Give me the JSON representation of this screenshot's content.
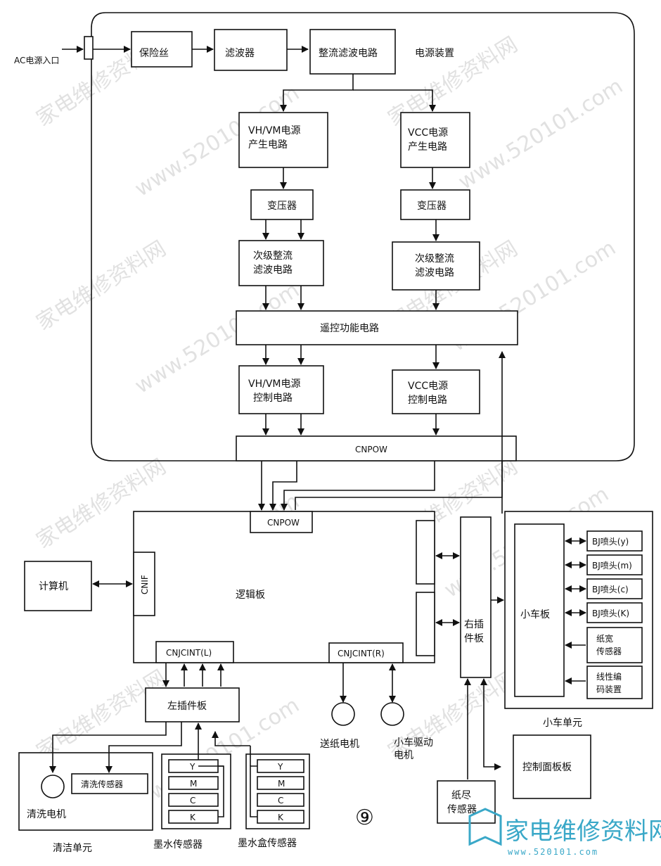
{
  "labels": {
    "ac_inlet": "AC电源入口",
    "fuse": "保险丝",
    "filter": "滤波器",
    "rectifier": "整流滤波电路",
    "power_unit": "电源装置",
    "vhvm_gen_1": "VH/VM电源",
    "vhvm_gen_2": "产生电路",
    "vcc_gen_1": "VCC电源",
    "vcc_gen_2": "产生电路",
    "transformer_left": "变压器",
    "transformer_right": "变压器",
    "sec_rect_left_1": "次级整流",
    "sec_rect_left_2": "滤波电路",
    "sec_rect_right_1": "次级整流",
    "sec_rect_right_2": "滤波电路",
    "remote_ctrl": "遥控功能电路",
    "vhvm_ctrl_1": "VH/VM电源",
    "vhvm_ctrl_2": "控制电路",
    "vcc_ctrl_1": "VCC电源",
    "vcc_ctrl_2": "控制电路",
    "cnpow_top": "CNPOW",
    "cnpow_logic": "CNPOW",
    "computer": "计算机",
    "cnif": "CNIF",
    "logic_board": "逻辑板",
    "cnjcint_l": "CNJCINT(L)",
    "cnjcint_r": "CNJCINT(R)",
    "left_plug_board": "左插件板",
    "feed_motor": "送纸电机",
    "carriage_motor_1": "小车驱动",
    "carriage_motor_2": "电机",
    "right_plug_board_1": "右插",
    "right_plug_board_2": "件板",
    "carriage_board": "小车板",
    "bj_y": "BJ喷头(y)",
    "bj_m": "BJ喷头(m)",
    "bj_c": "BJ喷头(c)",
    "bj_k": "BJ喷头(K)",
    "paper_width_1": "纸宽",
    "paper_width_2": "传感器",
    "linear_enc_1": "线性编",
    "linear_enc_2": "码装置",
    "carriage_unit": "小车单元",
    "control_panel": "控制面板板",
    "paper_end_1": "纸尽",
    "paper_end_2": "传感器",
    "clean_motor": "清洗电机",
    "clean_sensor": "清洗传感器",
    "clean_unit": "清洁单元",
    "ink_y": "Y",
    "ink_m": "M",
    "ink_c": "C",
    "ink_k": "K",
    "cart_y": "Y",
    "cart_m": "M",
    "cart_c": "C",
    "cart_k": "K",
    "ink_sensor": "墨水传感器",
    "cart_sensor": "墨水盒传感器",
    "figure_no": "⑨"
  },
  "watermark": {
    "site_cn": "家电维修资料网",
    "site_url": "www.520101.com",
    "logo_text": "家电维修资料网",
    "logo_url": "www.520101.com"
  },
  "colors": {
    "line": "#111111",
    "logo": "#3aa8c8",
    "watermark": "#c9c9c9"
  }
}
